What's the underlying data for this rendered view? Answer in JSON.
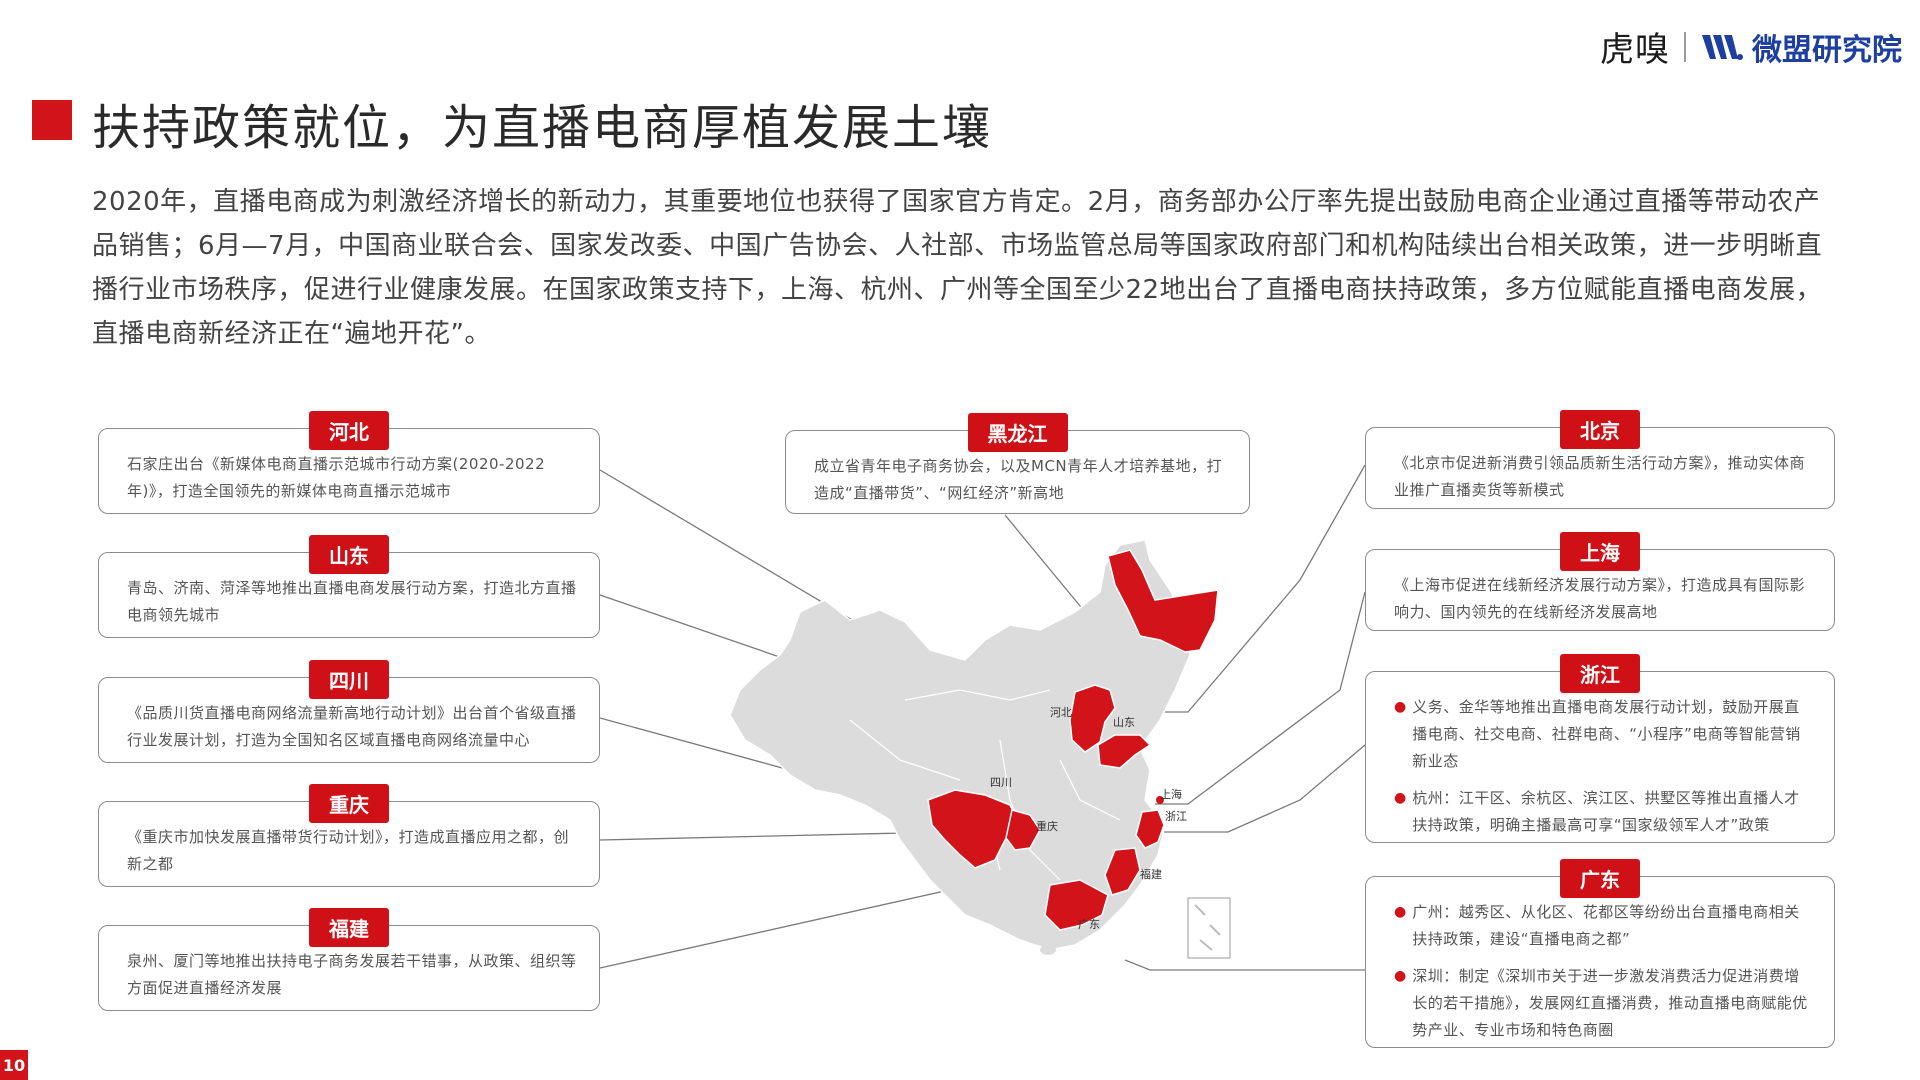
{
  "brand": {
    "huxiu": "虎嗅",
    "weimeng": "微盟研究院"
  },
  "title": "扶持政策就位，为直播电商厚植发展土壤",
  "intro": "2020年，直播电商成为刺激经济增长的新动力，其重要地位也获得了国家官方肯定。2月，商务部办公厅率先提出鼓励电商企业通过直播等带动农产品销售；6月—7月，中国商业联合会、国家发改委、中国广告协会、人社部、市场监管总局等国家政府部门和机构陆续出台相关政策，进一步明晰直播行业市场秩序，促进行业健康发展。在国家政策支持下，上海、杭州、广州等全国至少22地出台了直播电商扶持政策，多方位赋能直播电商发展，直播电商新经济正在“遍地开花”。",
  "cards": {
    "hebei": {
      "tag": "河北",
      "text": "石家庄出台《新媒体电商直播示范城市行动方案(2020-2022年)》，打造全国领先的新媒体电商直播示范城市"
    },
    "shandong": {
      "tag": "山东",
      "text": "青岛、济南、菏泽等地推出直播电商发展行动方案，打造北方直播电商领先城市"
    },
    "sichuan": {
      "tag": "四川",
      "text": "《品质川货直播电商网络流量新高地行动计划》出台首个省级直播行业发展计划，打造为全国知名区域直播电商网络流量中心"
    },
    "chongqing": {
      "tag": "重庆",
      "text": "《重庆市加快发展直播带货行动计划》，打造成直播应用之都，创新之都"
    },
    "fujian": {
      "tag": "福建",
      "text": "泉州、厦门等地推出扶持电子商务发展若干错事，从政策、组织等方面促进直播经济发展"
    },
    "heilongjiang": {
      "tag": "黑龙江",
      "text": "成立省青年电子商务协会，以及MCN青年人才培养基地，打造成“直播带货”、“网红经济”新高地"
    },
    "beijing": {
      "tag": "北京",
      "text": "《北京市促进新消费引领品质新生活行动方案》，推动实体商业推广直播卖货等新模式"
    },
    "shanghai": {
      "tag": "上海",
      "text": "《上海市促进在线新经济发展行动方案》，打造成具有国际影响力、国内领先的在线新经济发展高地"
    },
    "zhejiang": {
      "tag": "浙江",
      "bullets": [
        "义务、金华等地推出直播电商发展行动计划，鼓励开展直播电商、社交电商、社群电商、“小程序”电商等智能营销新业态",
        "杭州：江干区、余杭区、滨江区、拱墅区等推出直播人才扶持政策，明确主播最高可享“国家级领军人才”政策"
      ]
    },
    "guangdong": {
      "tag": "广东",
      "bullets": [
        "广州：越秀区、从化区、花都区等纷纷出台直播电商相关扶持政策，建设“直播电商之都”",
        "深圳：制定《深圳市关于进一步激发消费活力促进消费增长的若干措施》，发展网红直播消费，推动直播电商赋能优势产业、专业市场和特色商圈"
      ]
    }
  },
  "map_labels": {
    "hebei": "河北",
    "shandong": "山东",
    "sichuan": "四川",
    "chongqing": "重庆",
    "shanghai": "上海",
    "zhejiang": "浙江",
    "fujian": "福建",
    "guangdong": "广东"
  },
  "colors": {
    "accent": "#d2131a",
    "map_gray": "#dcdcdc",
    "map_highlight": "#d2131a"
  },
  "page_number": "10"
}
